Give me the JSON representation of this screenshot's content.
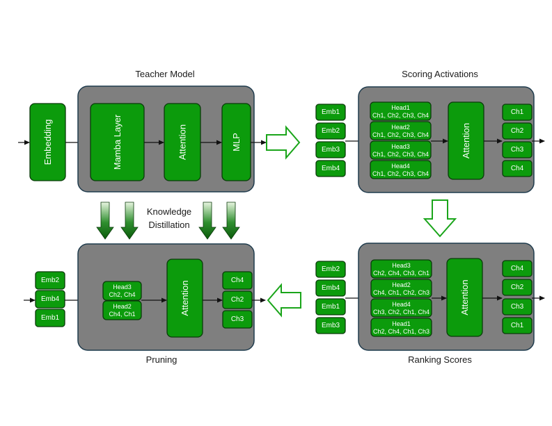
{
  "titles": {
    "teacher": "Teacher Model",
    "scoring": "Scoring Activations",
    "pruning": "Pruning",
    "ranking": "Ranking Scores",
    "kd_line1": "Knowledge",
    "kd_line2": "Distillation"
  },
  "teacher": {
    "embedding": "Embedding",
    "mamba": "Mamba Layer",
    "attention": "Attention",
    "mlp": "MLP"
  },
  "scoring": {
    "embs": [
      "Emb1",
      "Emb2",
      "Emb3",
      "Emb4"
    ],
    "heads": [
      {
        "name": "Head1",
        "channels": "Ch1, Ch2, Ch3, Ch4"
      },
      {
        "name": "Head2",
        "channels": "Ch1, Ch2, Ch3, Ch4"
      },
      {
        "name": "Head3",
        "channels": "Ch1, Ch2, Ch3, Ch4"
      },
      {
        "name": "Head4",
        "channels": "Ch1, Ch2, Ch3, Ch4"
      }
    ],
    "attention": "Attention",
    "outputs": [
      "Ch1",
      "Ch2",
      "Ch3",
      "Ch4"
    ]
  },
  "ranking": {
    "embs": [
      "Emb2",
      "Emb4",
      "Emb1",
      "Emb3"
    ],
    "heads": [
      {
        "name": "Head3",
        "channels": "Ch2, Ch4, Ch3, Ch1"
      },
      {
        "name": "Head2",
        "channels": "Ch4, Ch1, Ch2, Ch3"
      },
      {
        "name": "Head4",
        "channels": "Ch3, Ch2, Ch1, Ch4"
      },
      {
        "name": "Head1",
        "channels": "Ch2, Ch4, Ch1, Ch3"
      }
    ],
    "attention": "Attention",
    "outputs": [
      "Ch4",
      "Ch2",
      "Ch3",
      "Ch1"
    ]
  },
  "pruning": {
    "embs": [
      "Emb2",
      "Emb4",
      "Emb1"
    ],
    "heads": [
      {
        "name": "Head3",
        "channels": "Ch2, Ch4"
      },
      {
        "name": "Head2",
        "channels": "Ch4, Ch1"
      }
    ],
    "attention": "Attention",
    "outputs": [
      "Ch4",
      "Ch2",
      "Ch3"
    ]
  },
  "colors": {
    "block_green": "#0c9b0c",
    "panel_gray": "#7f7f7f",
    "arrow_green": "#1aa51a"
  }
}
